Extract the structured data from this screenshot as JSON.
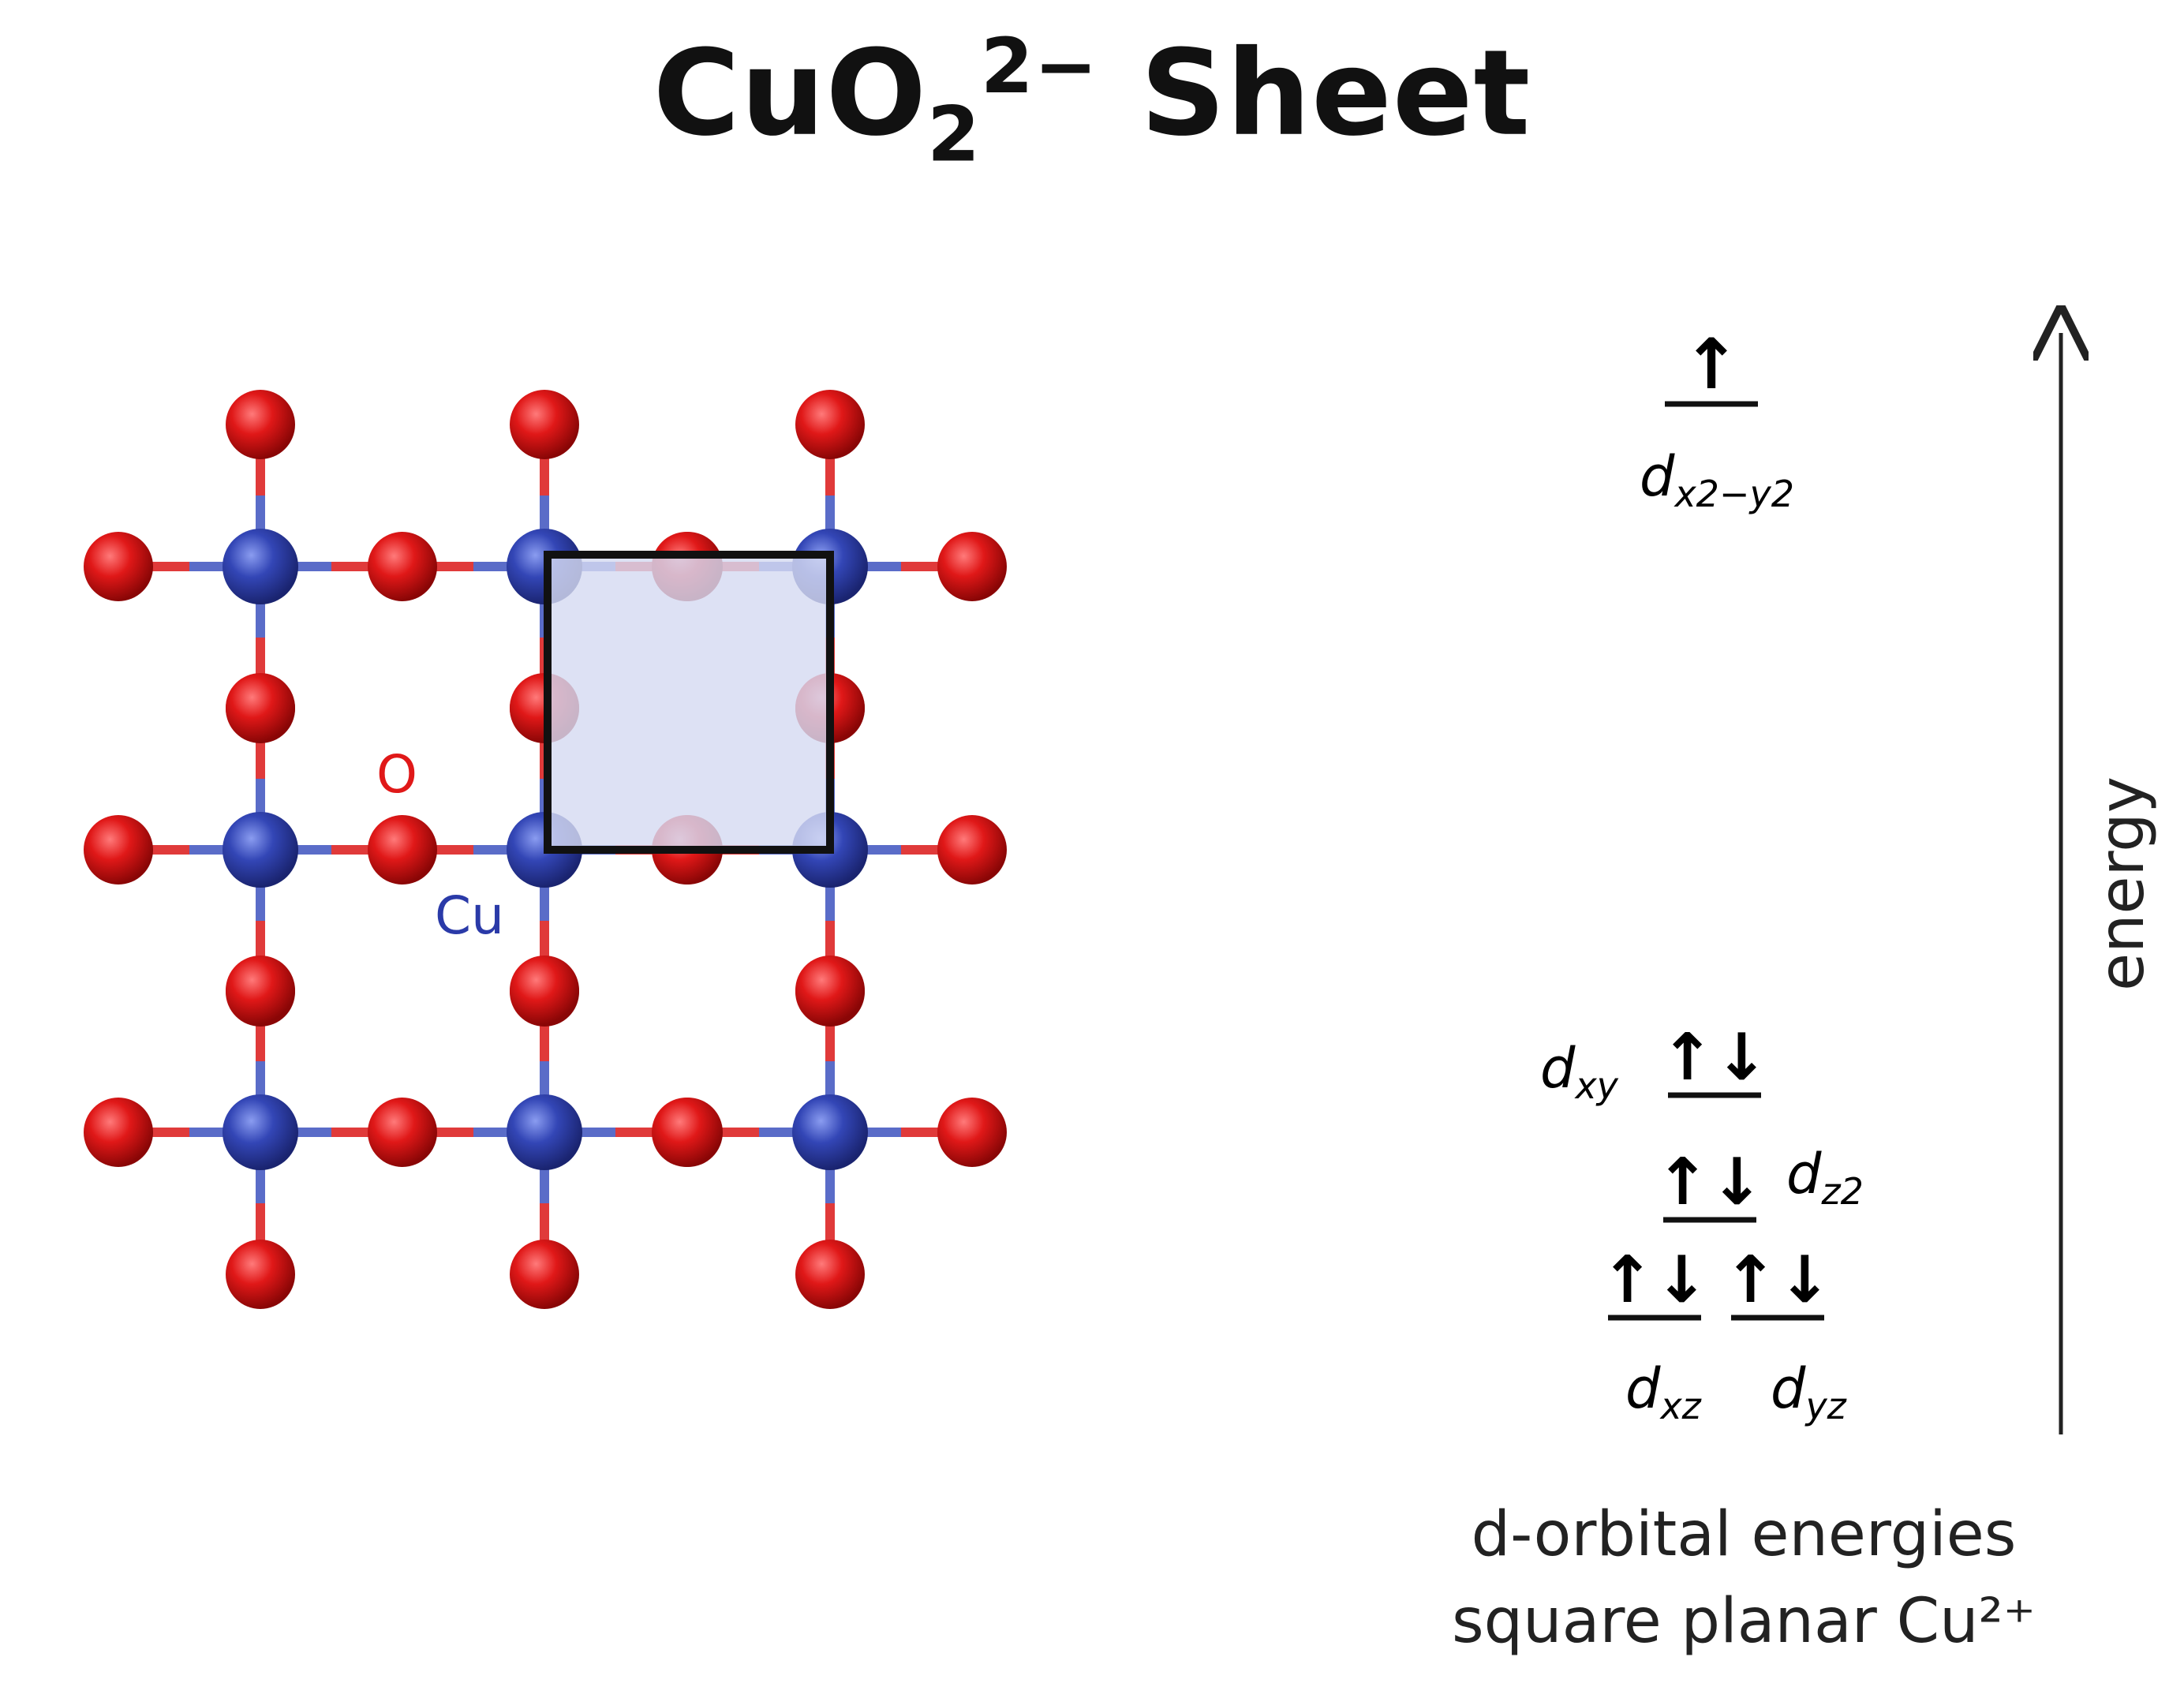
{
  "title": {
    "base": "CuO",
    "sub": "2",
    "sup": "2−",
    "tail": " Sheet"
  },
  "lattice": {
    "label_O": "O",
    "label_Cu": "Cu",
    "colors": {
      "oxygen": "#d91a1a",
      "copper": "#3448b8",
      "bond_red": "#e03a3a",
      "bond_blue": "#5a6cc8",
      "cell_fill": "#d6dbf2",
      "cell_border": "#111111"
    }
  },
  "orbitals": [
    {
      "id": "dx2y2",
      "label": "d",
      "sub": "x2−y2",
      "electrons": "↑"
    },
    {
      "id": "dxy",
      "label": "d",
      "sub": "xy",
      "electrons": "↑↓"
    },
    {
      "id": "dz2",
      "label": "d",
      "sub": "z2",
      "electrons": "↑↓"
    },
    {
      "id": "dxz",
      "label": "d",
      "sub": "xz",
      "electrons": "↑↓"
    },
    {
      "id": "dyz",
      "label": "d",
      "sub": "yz",
      "electrons": "↑↓"
    }
  ],
  "energy_axis_label": "energy",
  "caption": {
    "line1": "d-orbital energies",
    "line2": "square planar Cu²⁺"
  }
}
